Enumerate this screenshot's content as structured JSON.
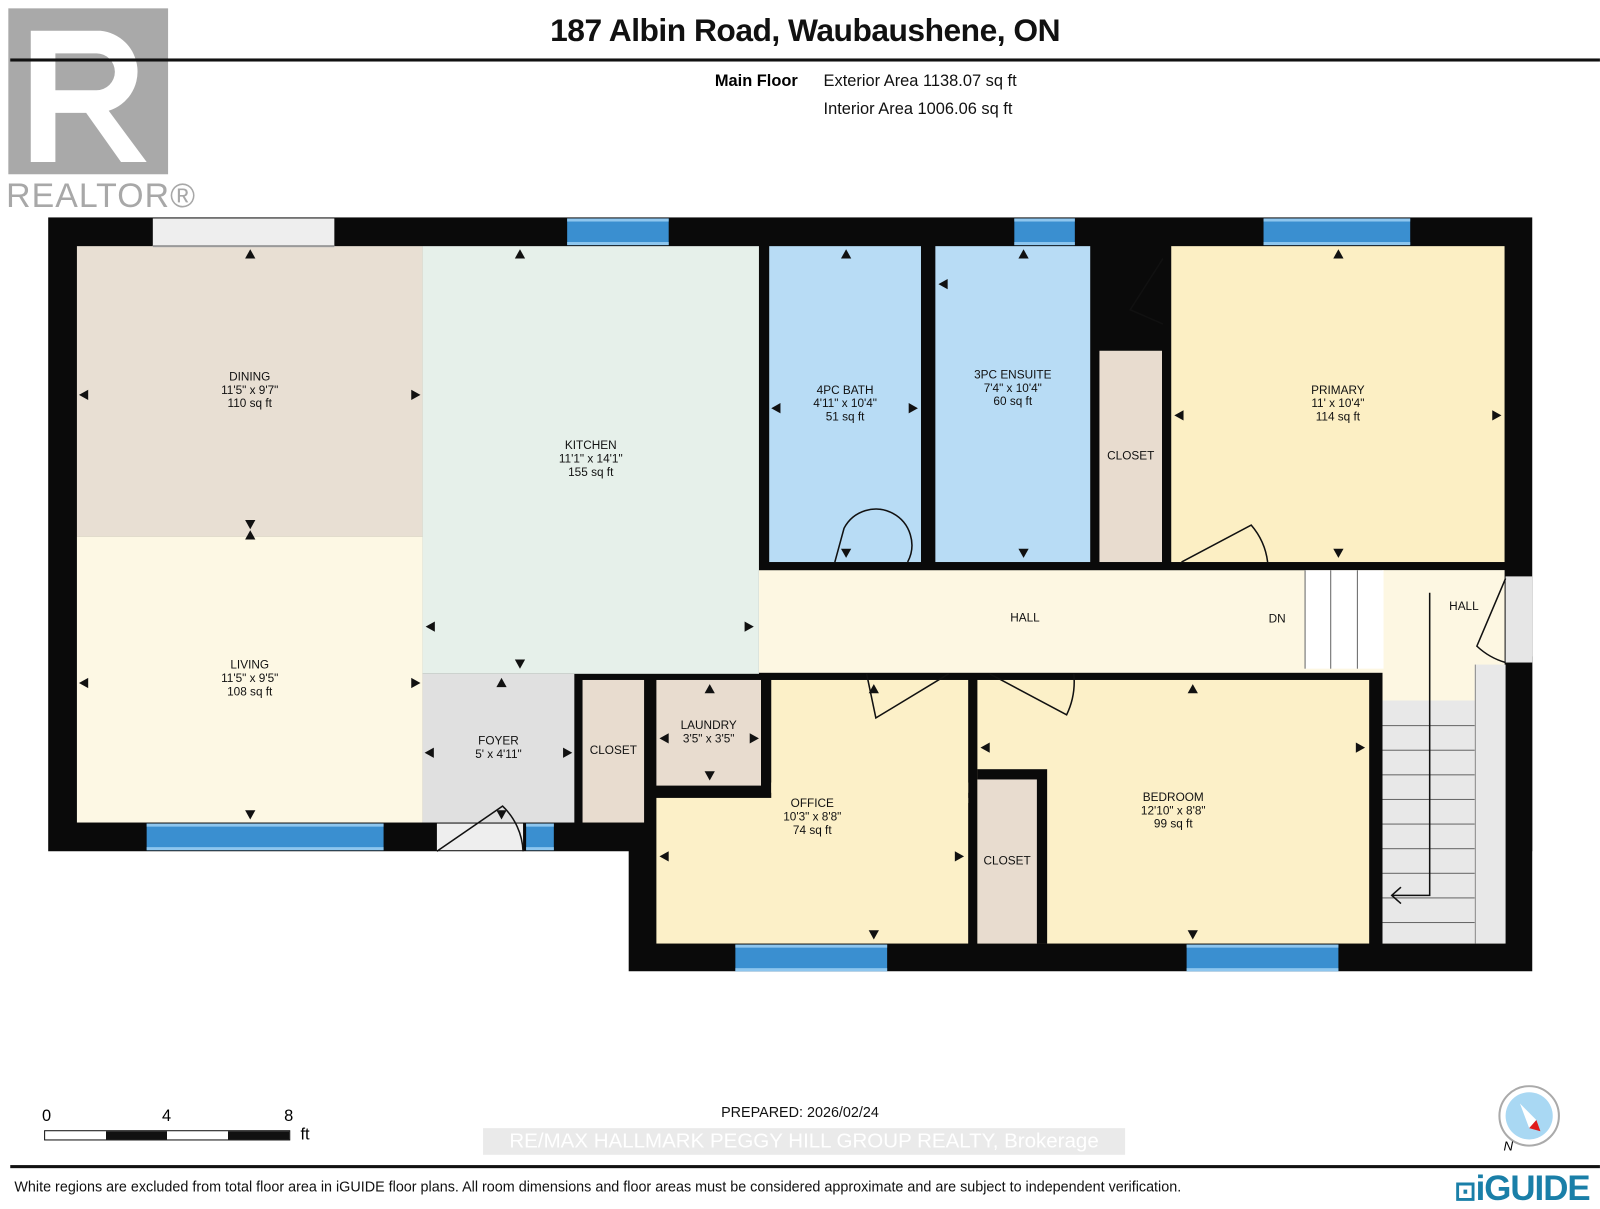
{
  "title": "187 Albin Road, Waubaushene, ON",
  "logo": {
    "text": "REALTOR®",
    "letter": "R"
  },
  "floor": {
    "name": "Main Floor",
    "exterior_area": "Exterior Area 1138.07 sq ft",
    "interior_area": "Interior Area 1006.06 sq ft"
  },
  "rooms": {
    "dining": {
      "name": "DINING",
      "dims": "11'5\" x 9'7\"",
      "area": "110 sq ft",
      "color": "#e8dfd3"
    },
    "living": {
      "name": "LIVING",
      "dims": "11'5\" x 9'5\"",
      "area": "108 sq ft",
      "color": "#fdf8e4"
    },
    "kitchen": {
      "name": "KITCHEN",
      "dims": "11'1\" x 14'1\"",
      "area": "155 sq ft",
      "color": "#e6f0ea"
    },
    "foyer": {
      "name": "FOYER",
      "dims": "5' x 4'11\"",
      "color": "#e0e0e0"
    },
    "bath": {
      "name": "4PC BATH",
      "dims": "4'11\" x 10'4\"",
      "area": "51 sq ft",
      "color": "#b8dcf5"
    },
    "ensuite": {
      "name": "3PC ENSUITE",
      "dims": "7'4\" x 10'4\"",
      "area": "60 sq ft",
      "color": "#b8dcf5"
    },
    "primary": {
      "name": "PRIMARY",
      "dims": "11' x 10'4\"",
      "area": "114 sq ft",
      "color": "#fcefc4"
    },
    "hall": {
      "name": "HALL",
      "color": "#fdf7e2"
    },
    "hall2": {
      "name": "HALL"
    },
    "stairs": {
      "label": "DN"
    },
    "laundry": {
      "name": "LAUNDRY",
      "dims": "3'5\" x 3'5\"",
      "color": "#e8dccf"
    },
    "office": {
      "name": "OFFICE",
      "dims": "10'3\" x 8'8\"",
      "area": "74 sq ft",
      "color": "#fcf0c8"
    },
    "bedroom": {
      "name": "BEDROOM",
      "dims": "12'10\" x 8'8\"",
      "area": "99 sq ft",
      "color": "#fcf0c8"
    },
    "closet": {
      "name": "CLOSET",
      "color": "#e8dccf"
    }
  },
  "scale_bar": {
    "ticks": [
      "0",
      "4",
      "8"
    ],
    "unit": "ft"
  },
  "prepared": "PREPARED: 2026/02/24",
  "watermark": "RE/MAX HALLMARK PEGGY HILL GROUP REALTY, Brokerage",
  "compass": {
    "label": "N"
  },
  "footer": "White regions are excluded from total floor area in iGUIDE floor plans. All room dimensions and floor areas must be considered approximate and are subject to independent verification.",
  "brand": "iGUIDE",
  "colors": {
    "wall": "#0a0a0a",
    "window": "#3a8fd0"
  }
}
